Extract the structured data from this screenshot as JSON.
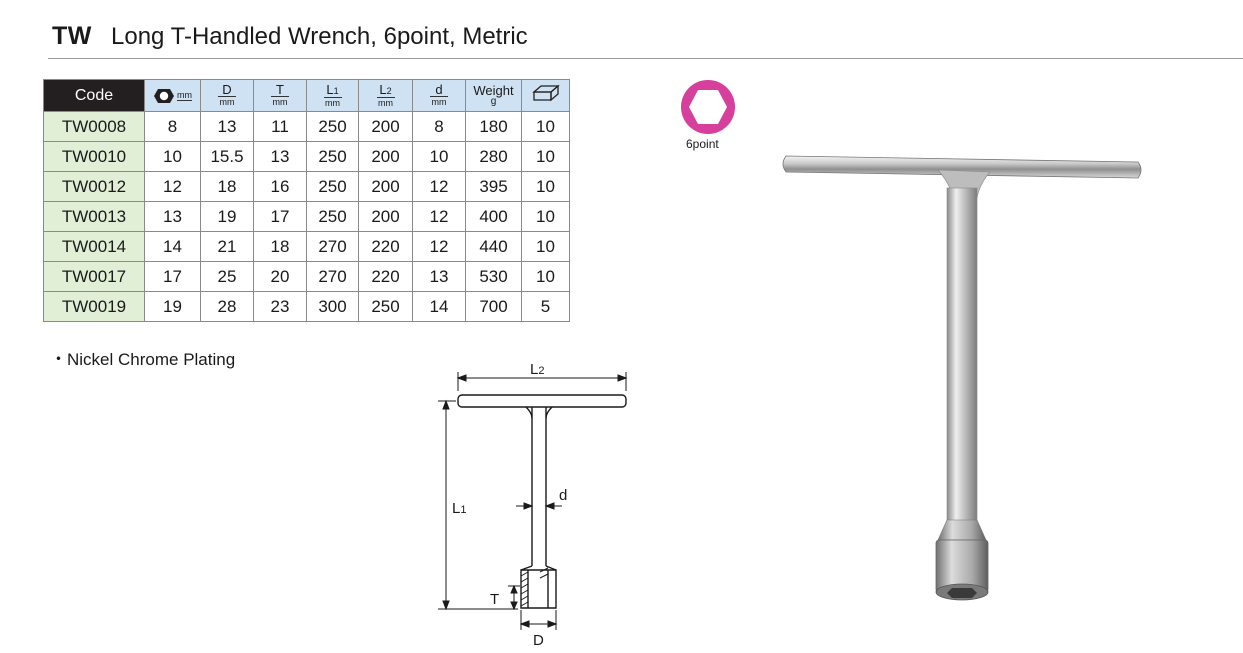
{
  "title": {
    "code": "TW",
    "description": "Long T-Handled Wrench, 6point, Metric"
  },
  "table": {
    "headers": {
      "code": "Code",
      "hex_unit": "mm",
      "D": "D",
      "D_unit": "mm",
      "T": "T",
      "T_unit": "mm",
      "L1": "L",
      "L1_sub": "1",
      "L1_unit": "mm",
      "L2": "L",
      "L2_sub": "2",
      "L2_unit": "mm",
      "d": "d",
      "d_unit": "mm",
      "weight": "Weight",
      "weight_unit": "g"
    },
    "rows": [
      [
        "TW0008",
        "8",
        "13",
        "11",
        "250",
        "200",
        "8",
        "180",
        "10"
      ],
      [
        "TW0010",
        "10",
        "15.5",
        "13",
        "250",
        "200",
        "10",
        "280",
        "10"
      ],
      [
        "TW0012",
        "12",
        "18",
        "16",
        "250",
        "200",
        "12",
        "395",
        "10"
      ],
      [
        "TW0013",
        "13",
        "19",
        "17",
        "250",
        "200",
        "12",
        "400",
        "10"
      ],
      [
        "TW0014",
        "14",
        "21",
        "18",
        "270",
        "220",
        "12",
        "440",
        "10"
      ],
      [
        "TW0017",
        "17",
        "25",
        "20",
        "270",
        "220",
        "13",
        "530",
        "10"
      ],
      [
        "TW0019",
        "19",
        "28",
        "23",
        "300",
        "250",
        "14",
        "700",
        "5"
      ]
    ]
  },
  "note": "・Nickel Chrome Plating",
  "point_badge": {
    "label": "6point",
    "color": "#d63f9c"
  },
  "diagram_labels": {
    "L2": "L",
    "L2_sub": "2",
    "L1": "L",
    "L1_sub": "1",
    "d": "d",
    "T": "T",
    "D": "D"
  },
  "colors": {
    "code_header_bg": "#231f20",
    "header_bg": "#cfe2f3",
    "code_cell_bg": "#e1efd6"
  }
}
